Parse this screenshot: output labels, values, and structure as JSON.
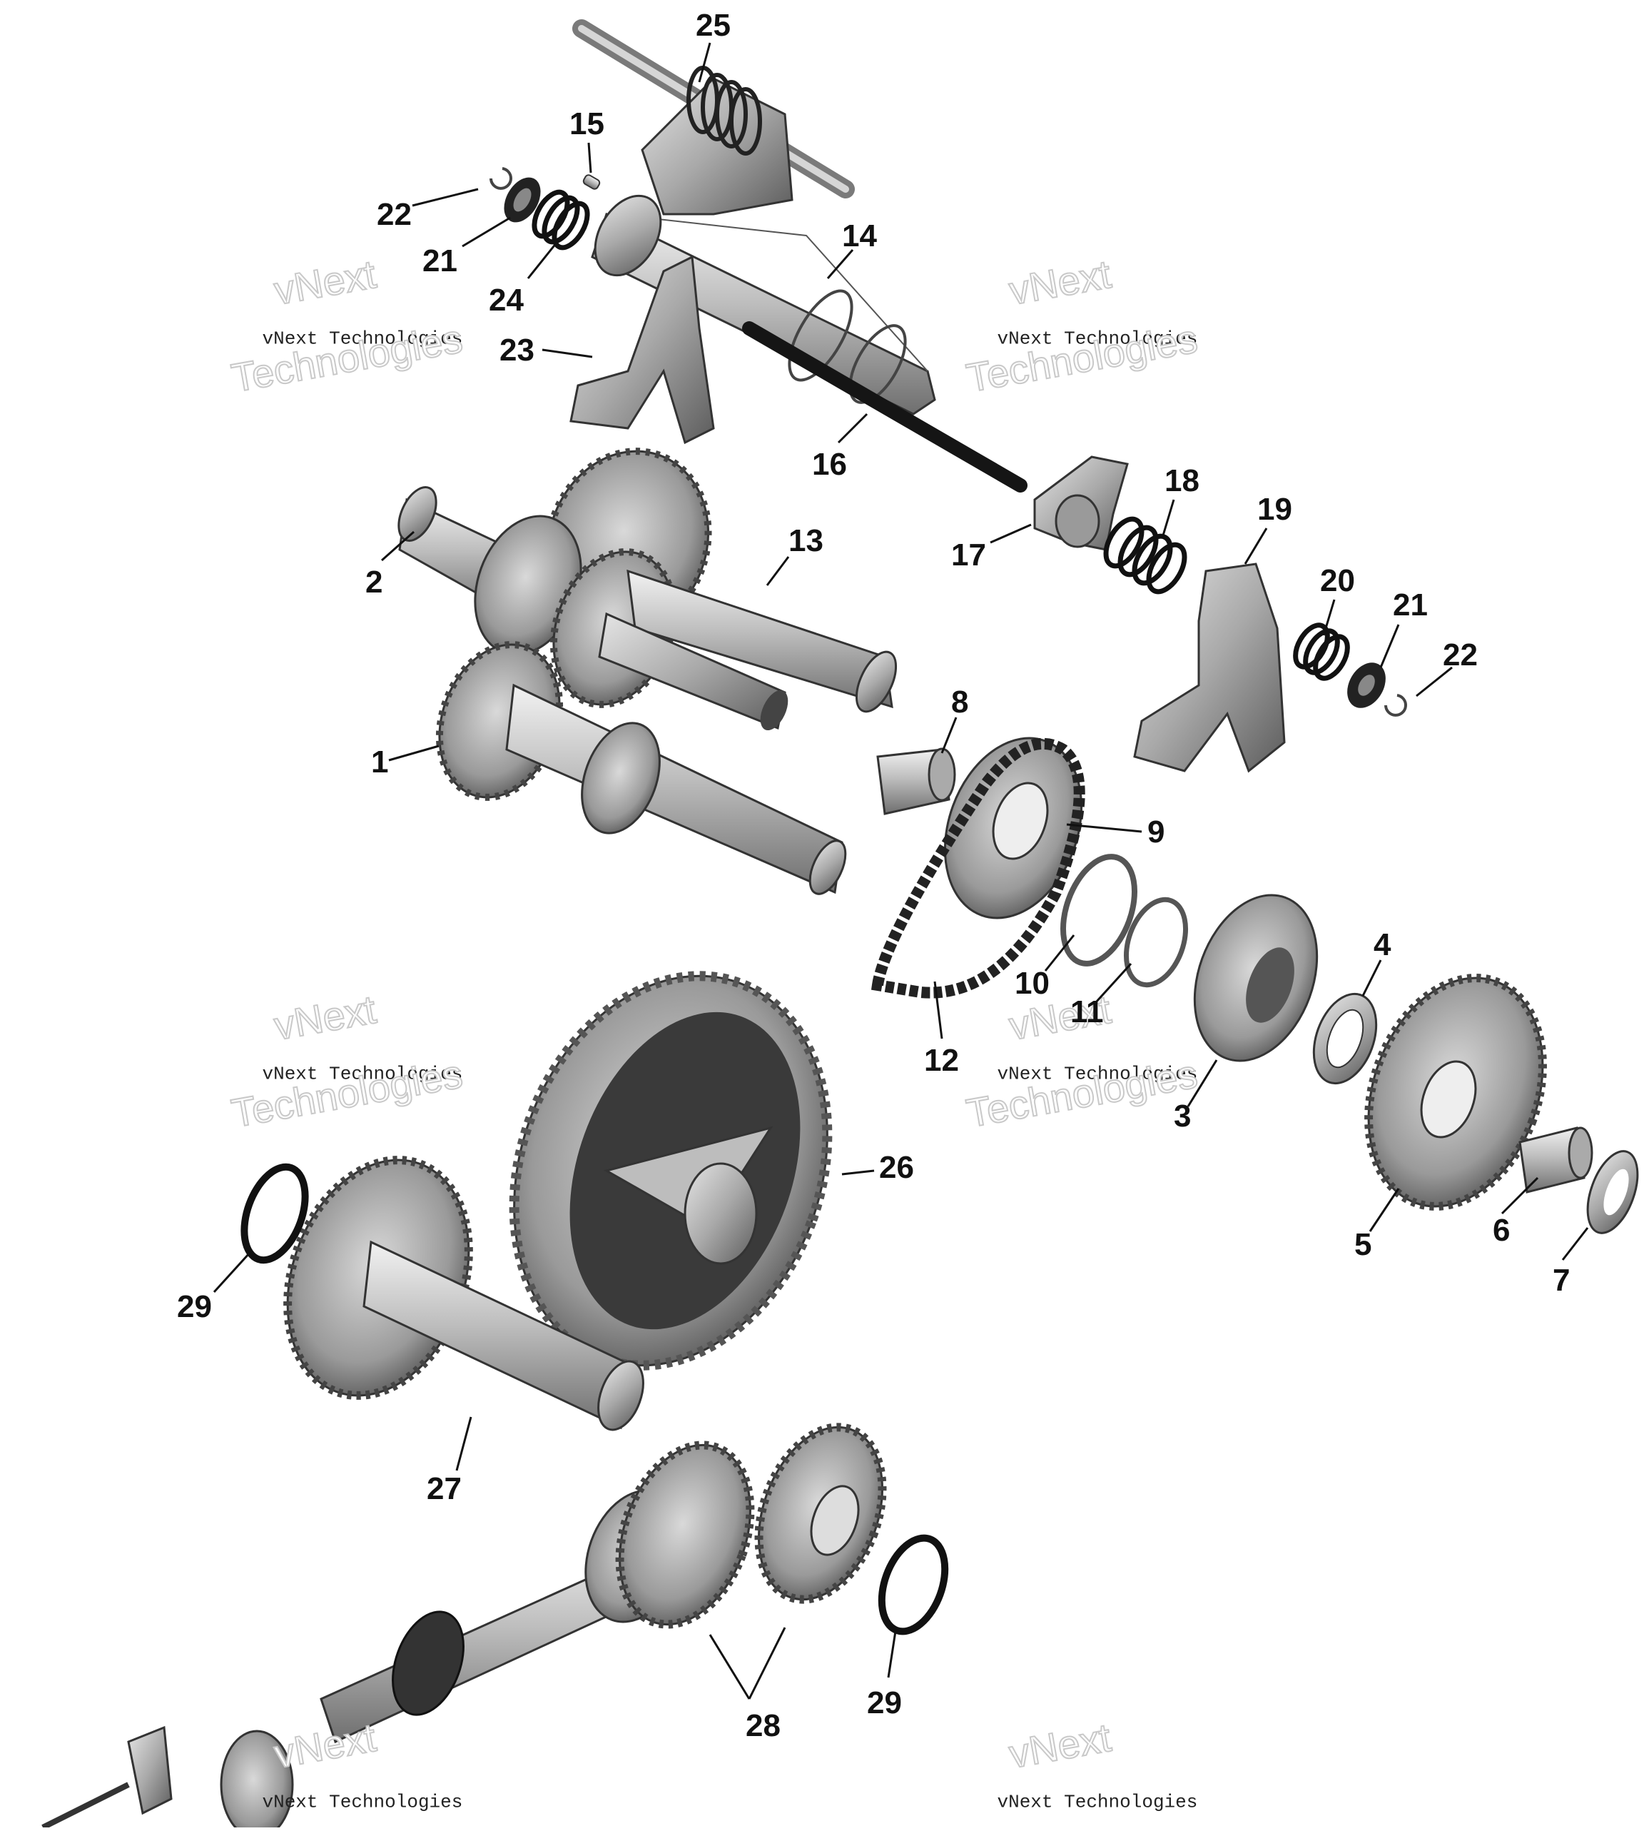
{
  "diagram": {
    "callouts": [
      {
        "id": "c25",
        "label": "25"
      },
      {
        "id": "c15",
        "label": "15"
      },
      {
        "id": "c22a",
        "label": "22"
      },
      {
        "id": "c21a",
        "label": "21"
      },
      {
        "id": "c24",
        "label": "24"
      },
      {
        "id": "c14",
        "label": "14"
      },
      {
        "id": "c23",
        "label": "23"
      },
      {
        "id": "c16",
        "label": "16"
      },
      {
        "id": "c18",
        "label": "18"
      },
      {
        "id": "c19",
        "label": "19"
      },
      {
        "id": "c17",
        "label": "17"
      },
      {
        "id": "c20",
        "label": "20"
      },
      {
        "id": "c21b",
        "label": "21"
      },
      {
        "id": "c22b",
        "label": "22"
      },
      {
        "id": "c2",
        "label": "2"
      },
      {
        "id": "c13",
        "label": "13"
      },
      {
        "id": "c8",
        "label": "8"
      },
      {
        "id": "c1",
        "label": "1"
      },
      {
        "id": "c9",
        "label": "9"
      },
      {
        "id": "c4",
        "label": "4"
      },
      {
        "id": "c10",
        "label": "10"
      },
      {
        "id": "c11",
        "label": "11"
      },
      {
        "id": "c12",
        "label": "12"
      },
      {
        "id": "c3",
        "label": "3"
      },
      {
        "id": "c26",
        "label": "26"
      },
      {
        "id": "c5",
        "label": "5"
      },
      {
        "id": "c6",
        "label": "6"
      },
      {
        "id": "c7",
        "label": "7"
      },
      {
        "id": "c29a",
        "label": "29"
      },
      {
        "id": "c27",
        "label": "27"
      },
      {
        "id": "c28",
        "label": "28"
      },
      {
        "id": "c29b",
        "label": "29"
      }
    ],
    "watermark": {
      "big_line1": "vNext",
      "big_line2": "Technologies",
      "small": "vNext Technologies"
    }
  }
}
